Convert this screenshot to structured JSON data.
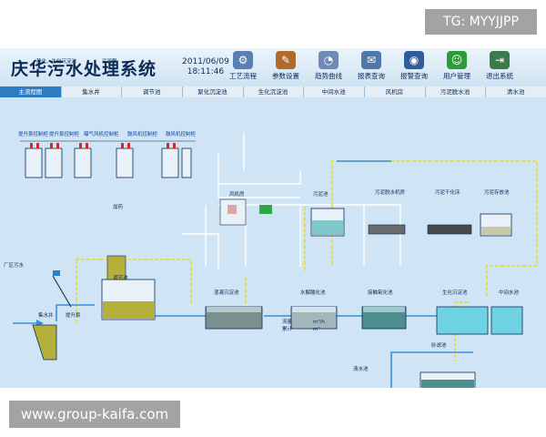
{
  "watermark_top": "TG: MYYJJPP",
  "watermark_bottom": "www.group-kaifa.com",
  "app": {
    "title": "庆华污水处理系统",
    "date": "2011/06/09",
    "time": "18:11:46"
  },
  "toolbar": [
    {
      "label": "工艺流程",
      "icon": "process-flow-icon",
      "color": "#5a7fb0",
      "glyph": "⚙"
    },
    {
      "label": "参数设置",
      "icon": "parameter-settings-icon",
      "color": "#b06a2a",
      "glyph": "✎"
    },
    {
      "label": "趋势曲线",
      "icon": "trend-curve-icon",
      "color": "#6d8bb5",
      "glyph": "◔"
    },
    {
      "label": "报表查询",
      "icon": "report-query-icon",
      "color": "#4f78a8",
      "glyph": "✉"
    },
    {
      "label": "报警查询",
      "icon": "alarm-query-icon",
      "color": "#2f5d9a",
      "glyph": "◉"
    },
    {
      "label": "用户管理",
      "icon": "user-management-icon",
      "color": "#2e9a3a",
      "glyph": "☺"
    },
    {
      "label": "退出系统",
      "icon": "exit-system-icon",
      "color": "#3c7a4a",
      "glyph": "⇥"
    }
  ],
  "tabs": [
    "主流程图",
    "集水井",
    "调节池",
    "絮化沉淀池",
    "生化沉淀池",
    "中间水池",
    "风机房",
    "污泥脱水池",
    "清水池"
  ],
  "labels": {
    "pumps_note": "静化、生化沉淀池",
    "sludge_pump_top": "污泥泵",
    "lift_pump": "集水井",
    "lift_pump_2": "提升泵",
    "plant_inlet": "厂区污水",
    "reg_tank": "调节池",
    "dosing": "加药",
    "sed1": "混凝沉淀池",
    "hydrolysis": "水解酸化池",
    "contact": "接触氧化池",
    "sed2": "生化沉淀池",
    "mid_tank": "中间水池",
    "blower_room": "风机房",
    "sludge_tank": "污泥池",
    "press": "污泥脱水机房",
    "sludge_dry": "污泥干化床",
    "sludge_store": "污泥存放池",
    "clean_tank": "清水池",
    "sand_filter": "砂滤池",
    "flow_label": "流量",
    "flow_unit": "m³/h",
    "cum_label": "累计",
    "cum_unit": "m³",
    "cabinet_1": "提升泵控制柜",
    "cabinet_2": "提升泵控制柜",
    "cabinet_3": "曝气风机控制柜",
    "cabinet_4": "鼓风机控制柜",
    "cabinet_5": "鼓风机控制柜"
  }
}
